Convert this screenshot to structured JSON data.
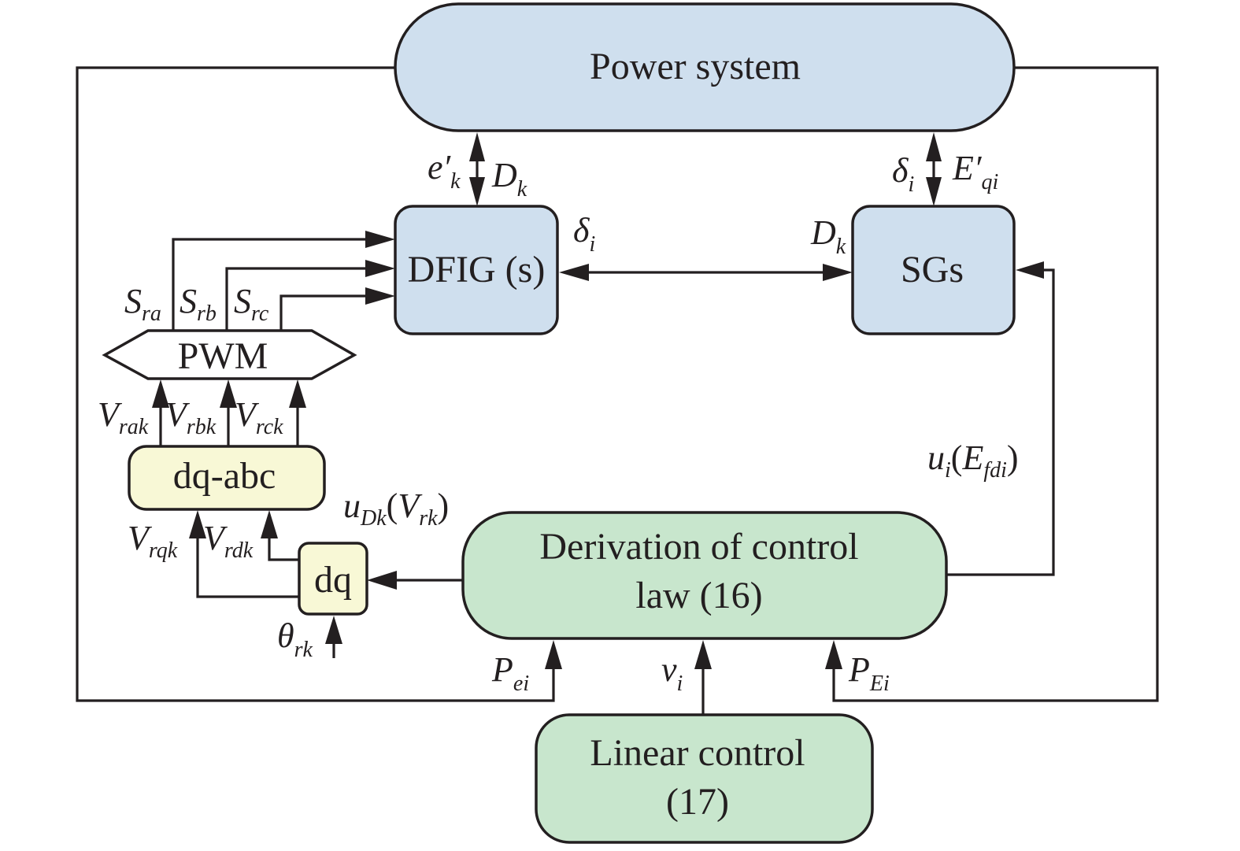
{
  "diagram": {
    "type": "control block diagram",
    "colors": {
      "plant_blocks": "#cfdfee",
      "controller_blocks": "#c8e6cd",
      "transform_blocks": "#f8f8d6",
      "line": "#231f20"
    },
    "blocks": {
      "power_system": "Power system",
      "dfig": "DFIG (s)",
      "sgs": "SGs",
      "pwm": "PWM",
      "dq_abc": "dq-abc",
      "dq": "dq",
      "control_law_line1": "Derivation of control",
      "control_law_line2": "law (16)",
      "linear_control_line1": "Linear control",
      "linear_control_line2": "(17)"
    },
    "signals": {
      "e_k": {
        "base": "e′",
        "sub": "k"
      },
      "D_k_top": {
        "base": "D",
        "sub": "k"
      },
      "delta_i_top": {
        "base": "δ",
        "sub": "i"
      },
      "E_qi": {
        "base": "E′",
        "sub": "qi"
      },
      "delta_i_mid": {
        "base": "δ",
        "sub": "i"
      },
      "D_k_mid": {
        "base": "D",
        "sub": "k"
      },
      "S_ra": {
        "base": "S",
        "sub": "ra"
      },
      "S_rb": {
        "base": "S",
        "sub": "rb"
      },
      "S_rc": {
        "base": "S",
        "sub": "rc"
      },
      "V_rak": {
        "base": "V",
        "sub": "rak"
      },
      "V_rbk": {
        "base": "V",
        "sub": "rbk"
      },
      "V_rck": {
        "base": "V",
        "sub": "rck"
      },
      "V_rqk": {
        "base": "V",
        "sub": "rqk"
      },
      "V_rdk": {
        "base": "V",
        "sub": "rdk"
      },
      "theta_rk": {
        "base": "θ",
        "sub": "rk"
      },
      "u_Dk": {
        "base": "u",
        "sub": "Dk",
        "paren_base": "V",
        "paren_sub": "rk"
      },
      "u_i": {
        "base": "u",
        "sub": "i",
        "paren_base": "E",
        "paren_sub": "fdi"
      },
      "P_ei": {
        "base": "P",
        "sub": "ei"
      },
      "v_i": {
        "base": "v",
        "sub": "i"
      },
      "P_Ei": {
        "base": "P",
        "sub": "Ei"
      }
    }
  }
}
